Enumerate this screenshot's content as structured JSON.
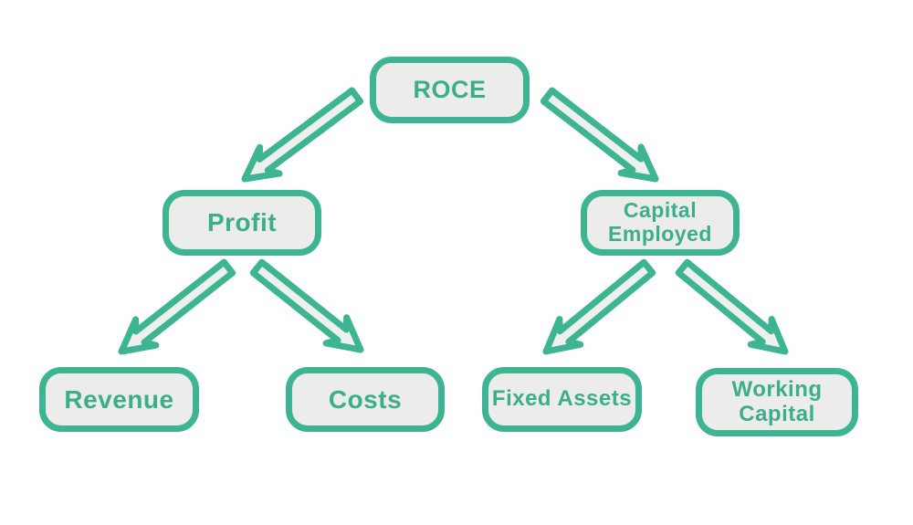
{
  "diagram": {
    "type": "tree",
    "accent_color": "#3db592",
    "text_color": "#3cae8c",
    "box_fill_color": "#ececea",
    "arrow_fill_color": "#eef0ed",
    "background_color": "#ffffff",
    "nodes": {
      "roce": {
        "label": "ROCE"
      },
      "profit": {
        "label": "Profit"
      },
      "capital_employed": {
        "label": "Capital Employed"
      },
      "revenue": {
        "label": "Revenue"
      },
      "costs": {
        "label": "Costs"
      },
      "fixed_assets": {
        "label": "Fixed Assets"
      },
      "working_capital": {
        "label": "Working Capital"
      }
    },
    "edges": [
      {
        "from": "roce",
        "to": "profit"
      },
      {
        "from": "roce",
        "to": "capital_employed"
      },
      {
        "from": "profit",
        "to": "revenue"
      },
      {
        "from": "profit",
        "to": "costs"
      },
      {
        "from": "capital_employed",
        "to": "fixed_assets"
      },
      {
        "from": "capital_employed",
        "to": "working_capital"
      }
    ]
  }
}
